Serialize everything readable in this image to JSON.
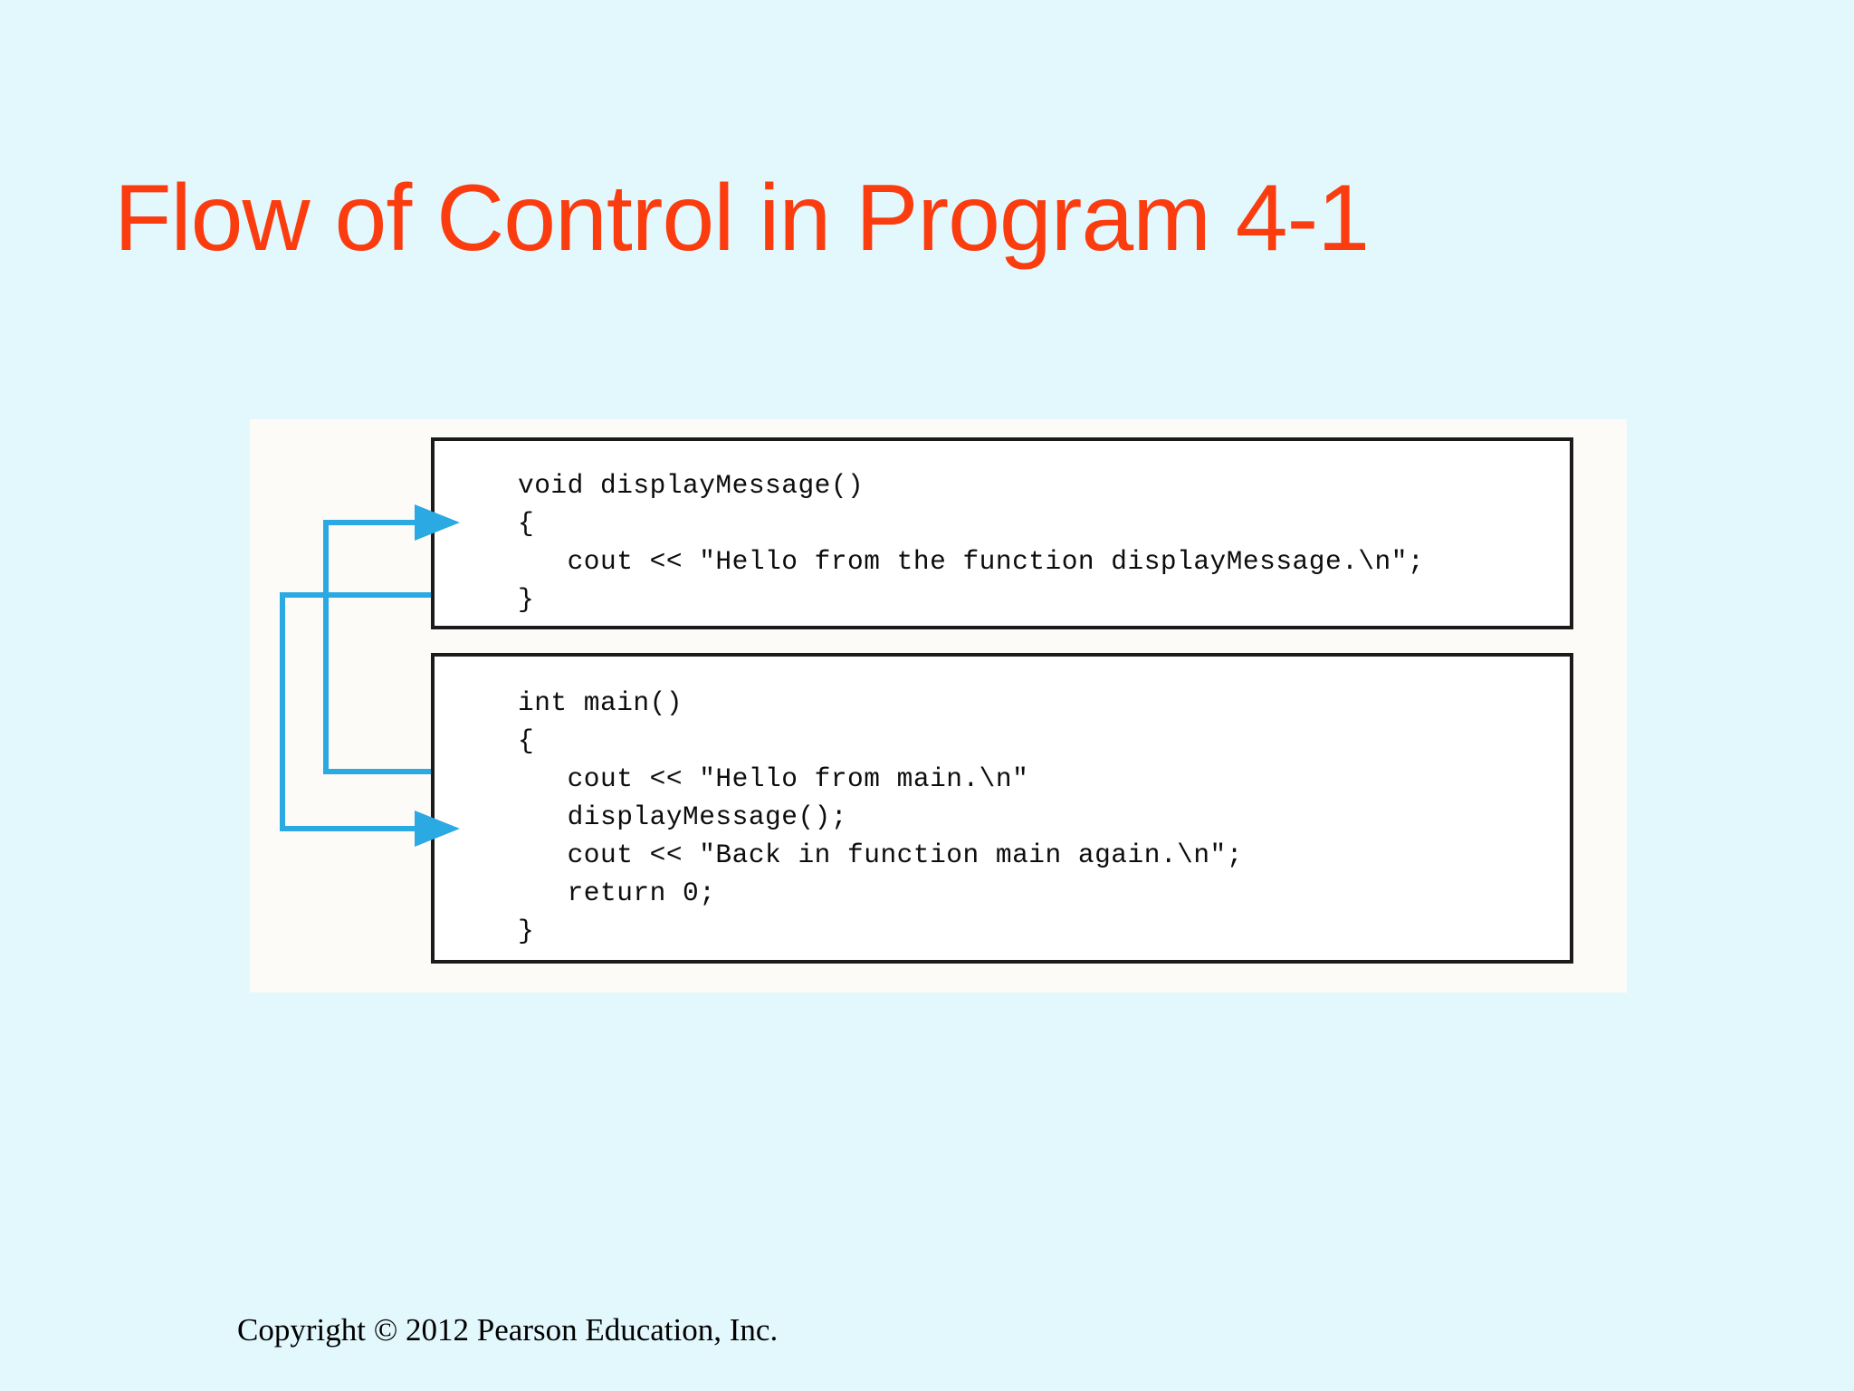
{
  "slide": {
    "background_color": "#e2f8fd",
    "title": "Flow of Control in Program 4-1",
    "title_color": "#fa3c0f",
    "copyright": "Copyright © 2012 Pearson Education, Inc."
  },
  "figure": {
    "name": "flow-of-control-diagram",
    "background_color": "#fdfbf8",
    "arrow_color": "#2ba9e3",
    "border_color": "#1b1b1b",
    "code_box_1": {
      "name": "displayMessage-function-box",
      "lines": [
        "void displayMessage()",
        "{",
        "   cout << \"Hello from the function displayMessage.\\n\";",
        "}"
      ],
      "text": "void displayMessage()\n{\n   cout << \"Hello from the function displayMessage.\\n\";\n}"
    },
    "code_box_2": {
      "name": "main-function-box",
      "lines": [
        "int main()",
        "{",
        "   cout << \"Hello from main.\\n\"",
        "   displayMessage();",
        "   cout << \"Back in function main again.\\n\";",
        "   return 0;",
        "}"
      ],
      "text": "int main()\n{\n   cout << \"Hello from main.\\n\"\n   displayMessage();\n   cout << \"Back in function main again.\\n\";\n   return 0;\n}"
    },
    "arrows": [
      {
        "name": "call-arrow",
        "from": "displayMessage(); call in main",
        "to": "opening brace of displayMessage function",
        "color": "#2ba9e3"
      },
      {
        "name": "return-arrow",
        "from": "closing brace of displayMessage function",
        "to": "cout << \"Back in function main again.\\n\"; in main",
        "color": "#2ba9e3"
      }
    ]
  }
}
